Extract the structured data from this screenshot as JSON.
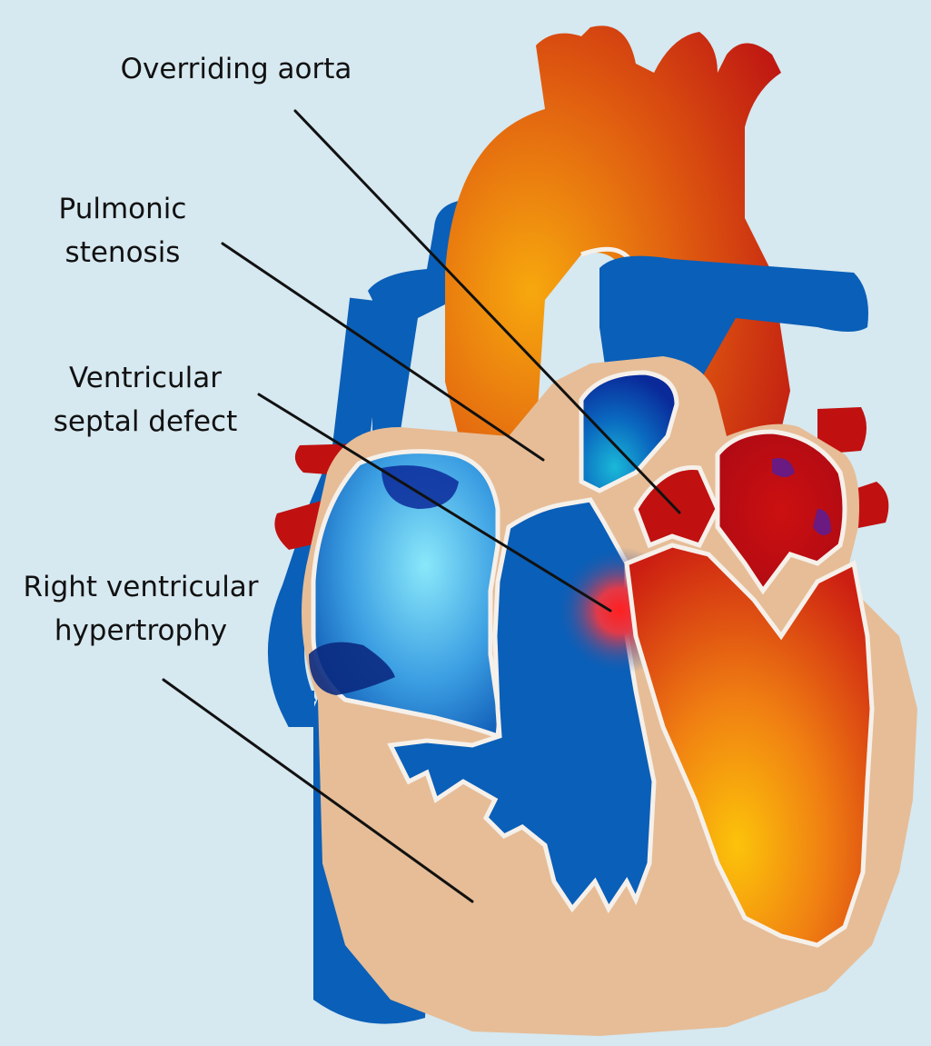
{
  "labels": {
    "overriding_aorta": "Overriding aorta",
    "pulmonic_stenosis": [
      "Pulmonic",
      "stenosis"
    ],
    "vsd": [
      "Ventricular",
      "septal defect"
    ],
    "rvh": [
      "Right ventricular",
      "hypertrophy"
    ]
  },
  "colors": {
    "background": "#d6e8f0",
    "venous_blue": "#0a5fb8",
    "arterial_red": "#c01010",
    "arterial_orange": "#f2a010",
    "myocardium": "#e6bd97",
    "outline": "#f5f0ea",
    "leader_line": "#111111"
  }
}
